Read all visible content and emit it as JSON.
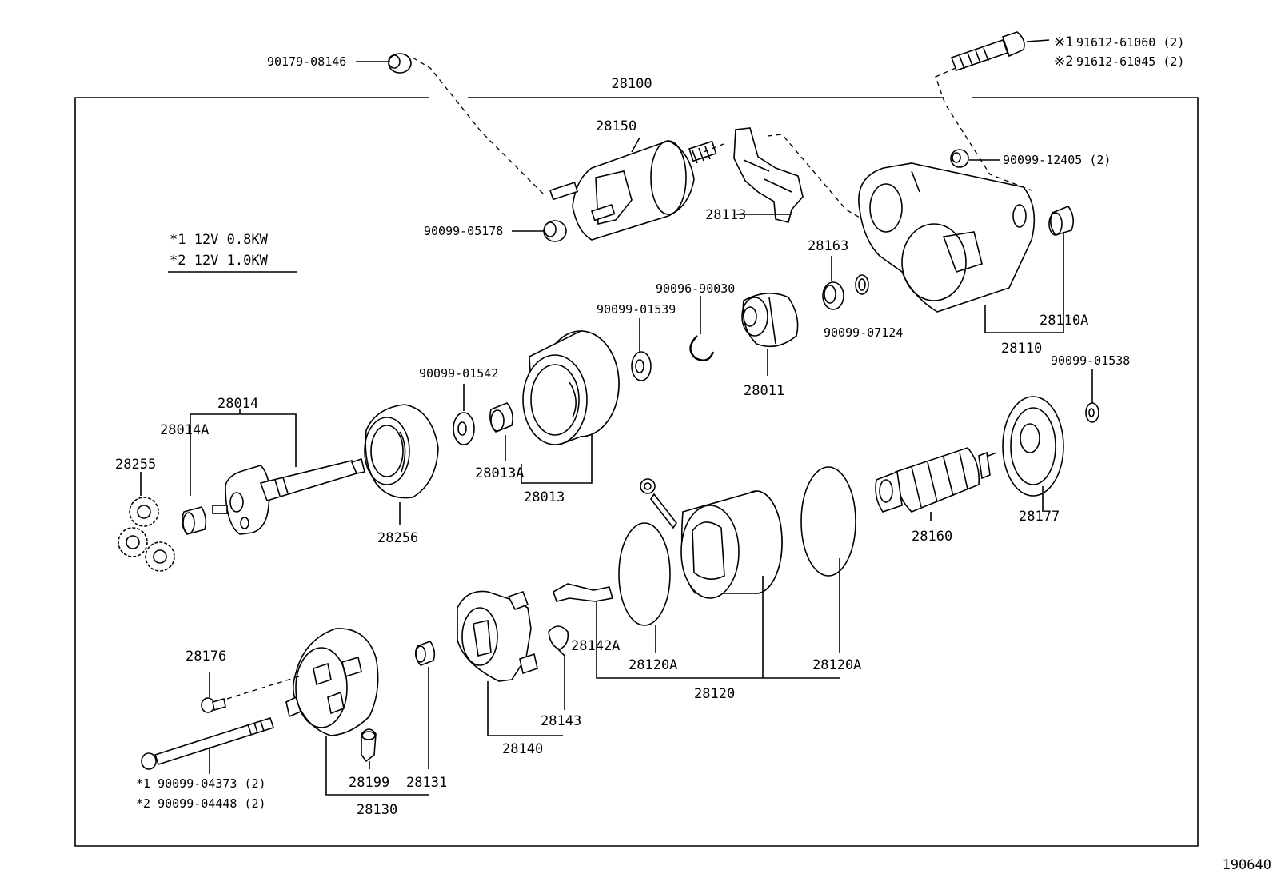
{
  "diagram": {
    "assembly_label": "28100",
    "figure_id": "190640",
    "legend": {
      "row1": "*1  12V  0.8KW",
      "row2": "*2  12V  1.0KW"
    },
    "parts": {
      "p90179_08146": "90179-08146",
      "p28150": "28150",
      "p90099_05178": "90099-05178",
      "p28113": "28113",
      "p90099_12405": "90099-12405 (2)",
      "bolt_note1_mark": "※1",
      "bolt_note1": "91612-61060 (2)",
      "bolt_note2_mark": "※2",
      "bolt_note2": "91612-61045 (2)",
      "p28163": "28163",
      "p90096_90030": "90096-90030",
      "p90099_01539": "90099-01539",
      "p90099_07124": "90099-07124",
      "p28110A": "28110A",
      "p28110": "28110",
      "p90099_01538": "90099-01538",
      "p28011": "28011",
      "p90099_01542": "90099-01542",
      "p28014": "28014",
      "p28014A": "28014A",
      "p28255": "28255",
      "p28013A": "28013A",
      "p28013": "28013",
      "p28256": "28256",
      "p28160": "28160",
      "p28177": "28177",
      "p28142A": "28142A",
      "p28120A_left": "28120A",
      "p28120A_right": "28120A",
      "p28120": "28120",
      "p28176": "28176",
      "p28143": "28143",
      "p28140": "28140",
      "p28199": "28199",
      "p28131": "28131",
      "p28130": "28130",
      "bolt2_note1": "*1  90099-04373 (2)",
      "bolt2_note2": "*2  90099-04448 (2)"
    }
  }
}
